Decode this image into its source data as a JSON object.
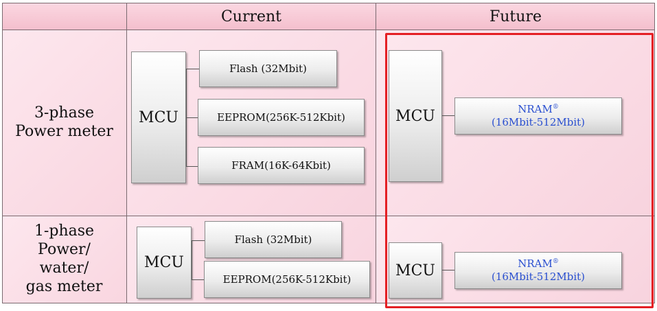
{
  "header": {
    "col_current": "Current",
    "col_future": "Future"
  },
  "rows": [
    {
      "label_lines": [
        "3-phase",
        "Power meter"
      ],
      "current": {
        "mcu": "MCU",
        "memories": [
          "Flash (32Mbit)",
          "EEPROM(256K-512Kbit)",
          "FRAM(16K-64Kbit)"
        ]
      },
      "future": {
        "mcu": "MCU",
        "nram_name": "NRAM",
        "nram_mark": "®",
        "nram_range": "(16Mbit-512Mbit)"
      }
    },
    {
      "label_lines": [
        "1-phase",
        "Power/",
        "water/",
        "gas meter"
      ],
      "current": {
        "mcu": "MCU",
        "memories": [
          "Flash (32Mbit)",
          "EEPROM(256K-512Kbit)"
        ]
      },
      "future": {
        "mcu": "MCU",
        "nram_name": "NRAM",
        "nram_mark": "®",
        "nram_range": "(16Mbit-512Mbit)"
      }
    }
  ],
  "colors": {
    "highlight": "#e41f24",
    "nram_text": "#2a4fd0",
    "header_bg": "#f6c6d3"
  }
}
